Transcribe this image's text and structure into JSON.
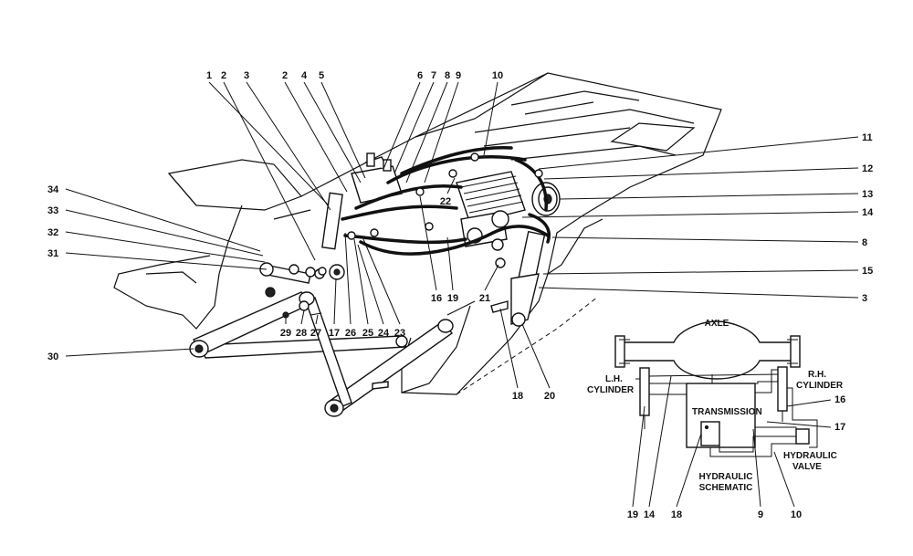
{
  "callouts": [
    "1",
    "2",
    "3",
    "2",
    "4",
    "5",
    "6",
    "7",
    "8",
    "9",
    "10",
    "11",
    "12",
    "13",
    "14",
    "8",
    "15",
    "3",
    "34",
    "33",
    "32",
    "31",
    "30",
    "29",
    "28",
    "27",
    "17",
    "26",
    "25",
    "24",
    "23",
    "16",
    "19",
    "22",
    "21",
    "18",
    "20"
  ],
  "schematic": {
    "axle": "AXLE",
    "lh_cylinder_1": "L.H.",
    "lh_cylinder_2": "CYLINDER",
    "rh_cylinder_1": "R.H.",
    "rh_cylinder_2": "CYLINDER",
    "transmission": "TRANSMISSION",
    "hydraulic_valve_1": "HYDRAULIC",
    "hydraulic_valve_2": "VALVE",
    "title_1": "HYDRAULIC",
    "title_2": "SCHEMATIC",
    "callouts": [
      "16",
      "17",
      "19",
      "14",
      "18",
      "9",
      "10"
    ]
  }
}
